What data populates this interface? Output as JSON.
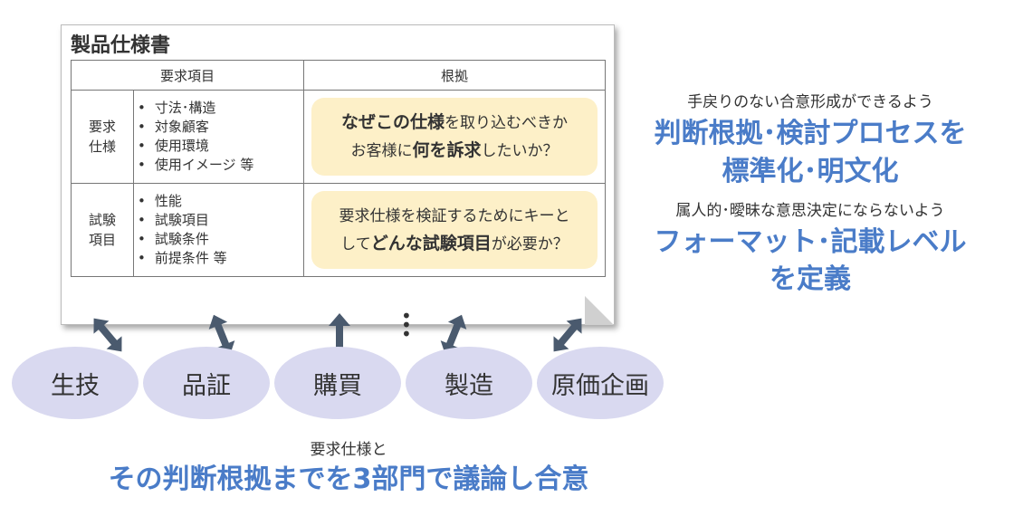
{
  "document": {
    "title": "製品仕様書",
    "header_items": "要求項目",
    "header_reason": "根拠",
    "rows": [
      {
        "category_line1": "要求",
        "category_line2": "仕様",
        "items": [
          "寸法･構造",
          "対象顧客",
          "使用環境",
          "使用イメージ 等"
        ],
        "reason_line1_bold": "なぜこの仕様",
        "reason_line1_rest": "を取り込むべきか",
        "reason_line2_pre": "お客様に",
        "reason_line2_bold": "何を訴求",
        "reason_line2_post": "したいか？"
      },
      {
        "category_line1": "試験",
        "category_line2": "項目",
        "items": [
          "性能",
          "試験項目",
          "試験条件",
          "前提条件 等"
        ],
        "reason_line1": "要求仕様を検証するためにキーと",
        "reason_line2_pre": "して",
        "reason_line2_bold": "どんな試験項目",
        "reason_line2_post": "が必要か？"
      }
    ],
    "ellipsis": "⋮"
  },
  "departments": [
    "生技",
    "品証",
    "購買",
    "製造",
    "原価企画"
  ],
  "right_notes": {
    "note1_small": "手戻りのない合意形成ができるよう",
    "note1_line1": "判断根拠･検討プロセスを",
    "note1_line2": "標準化･明文化",
    "note2_small": "属人的･曖昧な意思決定にならないよう",
    "note2_line1": "フォーマット･記載レベル",
    "note2_line2": "を定義"
  },
  "bottom_note": {
    "small": "要求仕様と",
    "big": "その判断根拠までを3部門で議論し合意"
  },
  "colors": {
    "accent_blue": "#4a7cc8",
    "arrow": "#4a5a6e",
    "bubble": "#fdf0c8",
    "department": "#d9d9f0"
  }
}
